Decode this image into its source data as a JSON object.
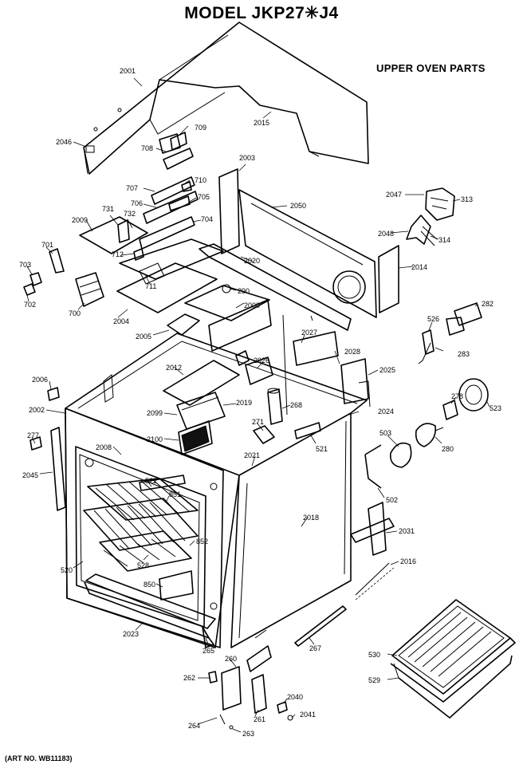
{
  "title": "MODEL JKP27✳J4",
  "subtitle": "UPPER OVEN PARTS",
  "art_number": "(ART NO. WB11183)",
  "part_labels": {
    "p2001": "2001",
    "p2046": "2046",
    "p2015": "2015",
    "p709": "709",
    "p708": "708",
    "p2003": "2003",
    "p710": "710",
    "p707": "707",
    "p706": "706",
    "p705": "705",
    "p2050": "2050",
    "p2047": "2047",
    "p313": "313",
    "p731": "731",
    "p732": "732",
    "p704": "704",
    "p2009": "2009",
    "p2048": "2048",
    "p314": "314",
    "p701": "701",
    "p712": "712",
    "p2020": "2020",
    "p2014": "2014",
    "p703": "703",
    "p711": "711",
    "p702": "702",
    "p700": "700",
    "p290": "290",
    "p2004": "2004",
    "p2000": "2000",
    "p282": "282",
    "p526": "526",
    "p2005": "2005",
    "p2027": "2027",
    "p283": "283",
    "p2028": "2028",
    "p2026": "2026",
    "p2006": "2006",
    "p2012": "2012",
    "p2025": "2025",
    "p2002": "2002",
    "p2019": "2019",
    "p268": "268",
    "p278": "278",
    "p2024": "2024",
    "p2099": "2099",
    "p523": "523",
    "p271": "271",
    "p277": "277",
    "p2008": "2008",
    "p503": "503",
    "p2100": "2100",
    "p521": "521",
    "p280": "280",
    "p2045": "2045",
    "p522": "522",
    "p2021": "2021",
    "p851": "851",
    "p502": "502",
    "p2018": "2018",
    "p2031": "2031",
    "p852": "852",
    "p520": "520",
    "p528": "528",
    "p2016": "2016",
    "p850": "850",
    "p2023": "2023",
    "p265": "265",
    "p267": "267",
    "p530": "530",
    "p260": "260",
    "p529": "529",
    "p262": "262",
    "p2040": "2040",
    "p261": "261",
    "p2041": "2041",
    "p264": "264",
    "p263": "263"
  }
}
